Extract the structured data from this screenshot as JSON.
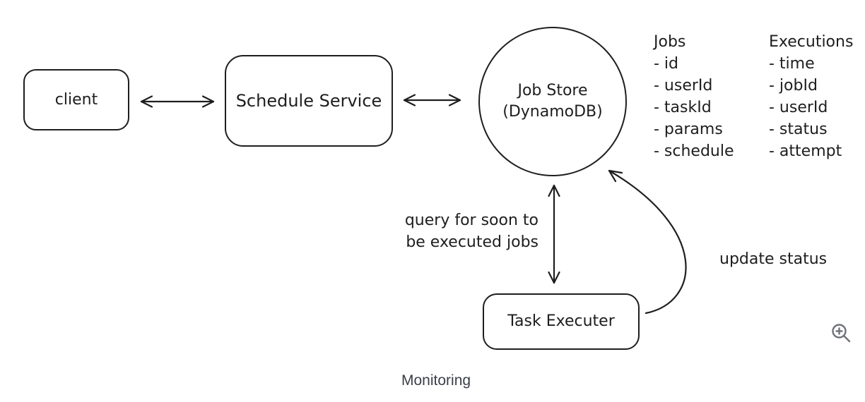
{
  "canvas": {
    "background": "#ffffff",
    "stroke_color": "#1e1e1e",
    "text_color": "#1e1e1e",
    "caption_color": "#3b3f46"
  },
  "nodes": {
    "client": {
      "label": "client"
    },
    "schedule_service": {
      "label": "Schedule Service"
    },
    "job_store": {
      "line1": "Job Store",
      "line2": "(DynamoDB)"
    },
    "task_executer": {
      "label": "Task Executer"
    }
  },
  "lists": {
    "jobs": {
      "title": "Jobs",
      "items": [
        "- id",
        "- userId",
        "- taskId",
        "- params",
        "- schedule"
      ]
    },
    "executions": {
      "title": "Executions",
      "items": [
        "- time",
        "- jobId",
        "- userId",
        "- status",
        "- attempt"
      ]
    }
  },
  "labels": {
    "query_line1": "query for soon to",
    "query_line2": "be executed jobs",
    "update_status": "update status",
    "caption": "Monitoring"
  },
  "icons": {
    "zoom_in": "magnifier-with-plus"
  }
}
